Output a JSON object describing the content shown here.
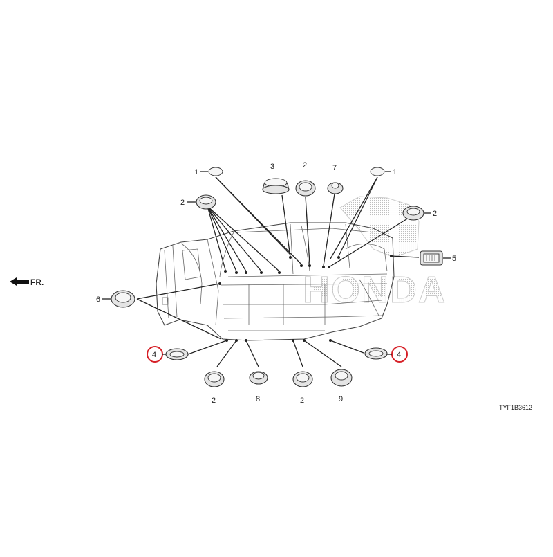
{
  "diagram": {
    "front_label": "FR.",
    "watermark": "HONDA",
    "drawing_code": "TYF1B3612",
    "callouts": [
      {
        "id": "c1a",
        "number": "1"
      },
      {
        "id": "c3",
        "number": "3"
      },
      {
        "id": "c2a",
        "number": "2"
      },
      {
        "id": "c7",
        "number": "7"
      },
      {
        "id": "c1b",
        "number": "1"
      },
      {
        "id": "c2b",
        "number": "2"
      },
      {
        "id": "c2c",
        "number": "2"
      },
      {
        "id": "c5",
        "number": "5"
      },
      {
        "id": "c6",
        "number": "6"
      },
      {
        "id": "c4a",
        "number": "4"
      },
      {
        "id": "c4b",
        "number": "4"
      },
      {
        "id": "c2d",
        "number": "2"
      },
      {
        "id": "c8",
        "number": "8"
      },
      {
        "id": "c2e",
        "number": "2"
      },
      {
        "id": "c9",
        "number": "9"
      }
    ],
    "highlight_color": "#d62027"
  }
}
